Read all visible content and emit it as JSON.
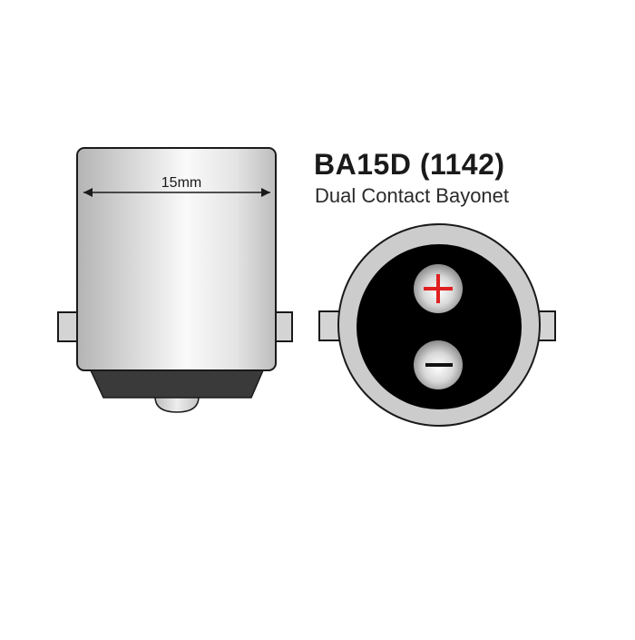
{
  "header": {
    "title": "BA15D (1142)",
    "subtitle": "Dual Contact Bayonet"
  },
  "side_view": {
    "dimension_label": "15mm",
    "body_color_light": "#f7f7f7",
    "body_color_dark": "#b8b8b8",
    "base_color": "#3a3a3a",
    "outline_color": "#1a1a1a"
  },
  "end_view": {
    "ring_color": "#cccccc",
    "insulator_color": "#000000",
    "contacts": [
      {
        "polarity": "positive",
        "symbol": "+",
        "color": "#e02020"
      },
      {
        "polarity": "negative",
        "symbol": "-",
        "color": "#111111"
      }
    ]
  }
}
